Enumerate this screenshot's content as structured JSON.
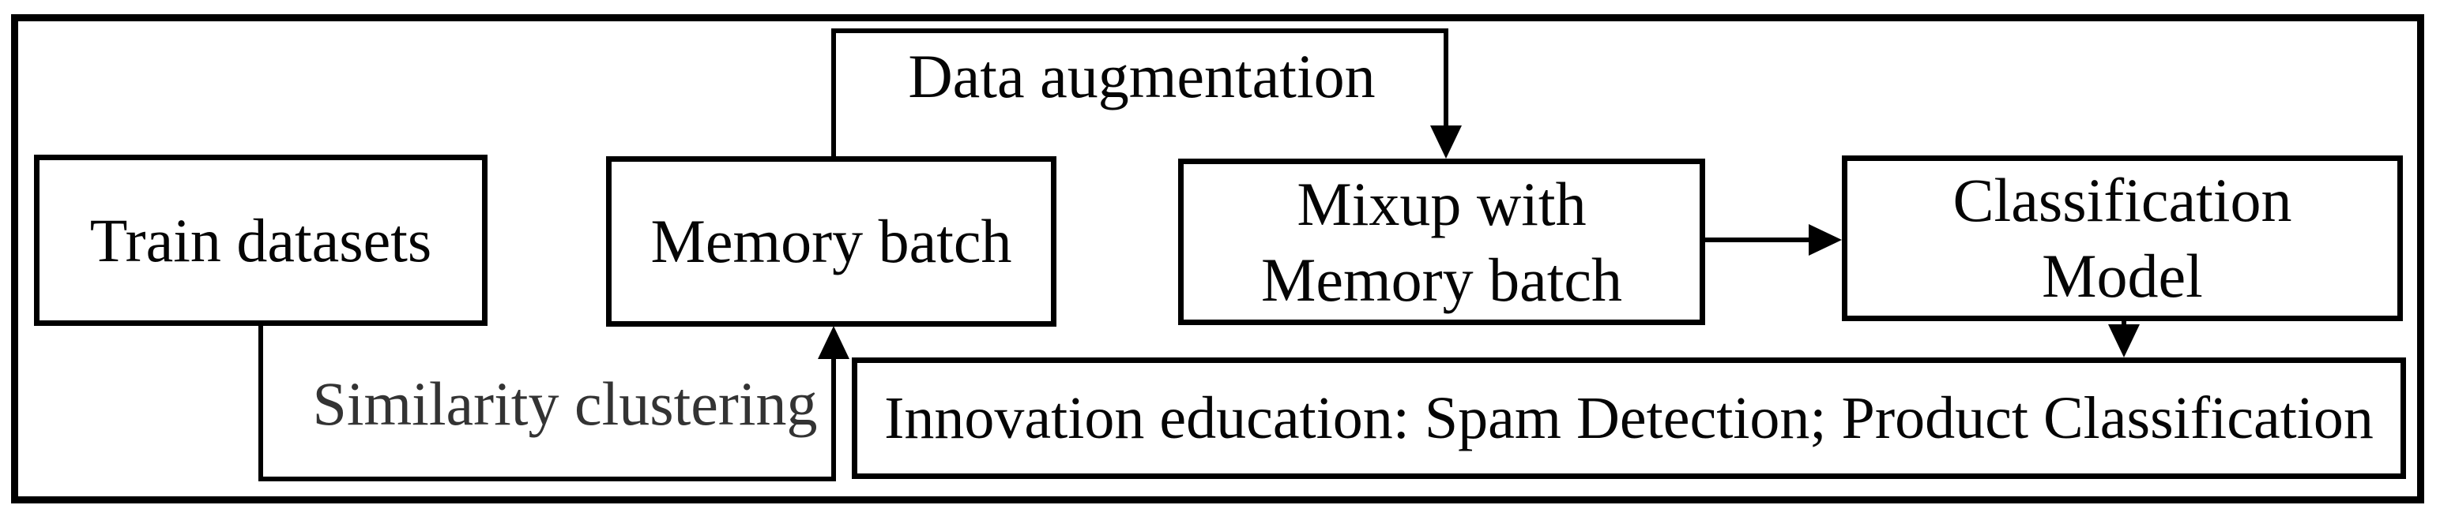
{
  "colors": {
    "line": "#000000",
    "text": "#050505",
    "similarity_label_text": "#333333",
    "background": "#ffffff"
  },
  "diagram": {
    "nodes": {
      "train_datasets": {
        "label": "Train datasets"
      },
      "memory_batch": {
        "label": "Memory batch"
      },
      "mixup": {
        "line1": "Mixup with",
        "line2": "Memory batch"
      },
      "classification": {
        "line1": "Classification",
        "line2": "Model"
      },
      "innovation": {
        "label": "Innovation education: Spam Detection; Product Classification"
      }
    },
    "edge_labels": {
      "data_augmentation": "Data augmentation",
      "similarity_clustering": "Similarity clustering"
    }
  }
}
